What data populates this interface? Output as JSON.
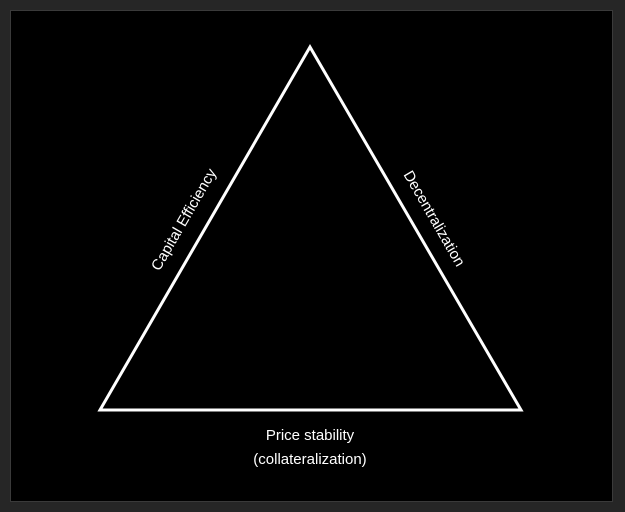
{
  "diagram": {
    "background_color": "#000000",
    "line_color": "#ffffff",
    "left_side_label": "Capital Efficiency",
    "right_side_label": "Decentralization",
    "base_label_line1": "Price stability",
    "base_label_line2": "(collateralization)"
  }
}
